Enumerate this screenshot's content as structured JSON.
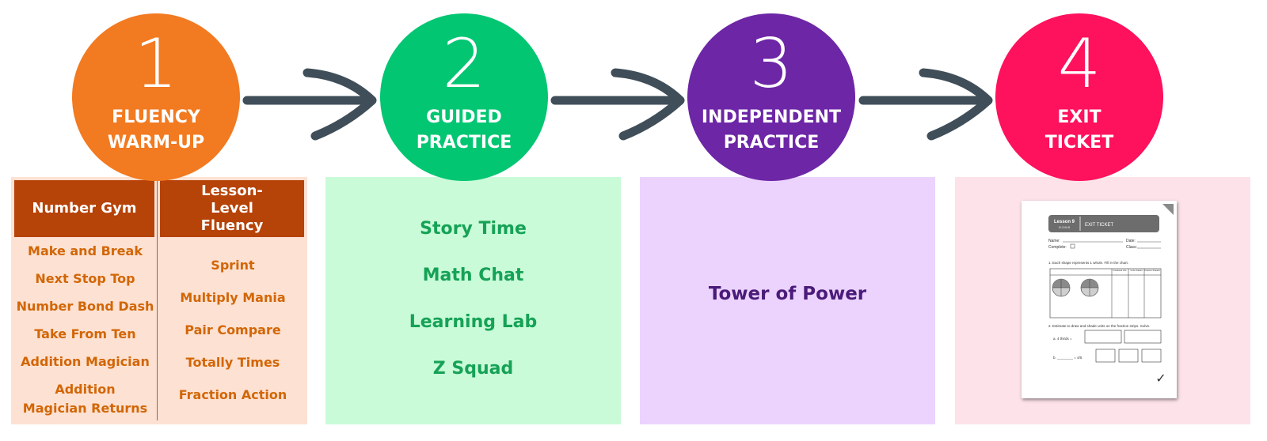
{
  "steps": [
    {
      "number": "1",
      "title": "FLUENCY WARM-UP",
      "color": "#f27a20"
    },
    {
      "number": "2",
      "title": "GUIDED PRACTICE",
      "color": "#02c672"
    },
    {
      "number": "3",
      "title": "INDEPENDENT PRACTICE",
      "color": "#6d26a6"
    },
    {
      "number": "4",
      "title": "EXIT TICKET",
      "color": "#fe115d"
    }
  ],
  "fluency": {
    "columns": [
      {
        "header": "Number Gym",
        "items": [
          "Make and Break",
          "Next Stop Top",
          "Number Bond Dash",
          "Take From Ten",
          "Addition Magician",
          "Addition Magician Returns"
        ]
      },
      {
        "header": "Lesson-Level Fluency",
        "items": [
          "Sprint",
          "Multiply Mania",
          "Pair Compare",
          "Totally Times",
          "Fraction Action"
        ]
      }
    ]
  },
  "guided_practice": {
    "items": [
      "Story Time",
      "Math Chat",
      "Learning Lab",
      "Z Squad"
    ]
  },
  "independent_practice": {
    "items": [
      "Tower of Power"
    ]
  },
  "exit_ticket": {
    "lesson": "Lesson 9",
    "code": "G.3 M.5",
    "title": "EXIT TICKET",
    "name_label": "Name:",
    "date_label": "Date:",
    "complete_label": "Complete:",
    "class_label": "Class:",
    "question_1": "1.  Each shape represents 1 whole. Fill in the chart.",
    "col_headers": [
      "Fractional Unit",
      "Units shaded",
      "Fraction Shaded"
    ],
    "question_2": "2.  Estimate to draw and shade units on the fraction strips. Solve.",
    "part_a": "a.  4 thirds =",
    "part_b": "b.  ________ = 4/5",
    "checkmark": "✓"
  },
  "colors": {
    "arrow": "#3f4e58",
    "fluency_header": "#b64308",
    "fluency_text": "#d26606",
    "guided_text": "#16a256",
    "independent_text": "#4a1b78"
  }
}
